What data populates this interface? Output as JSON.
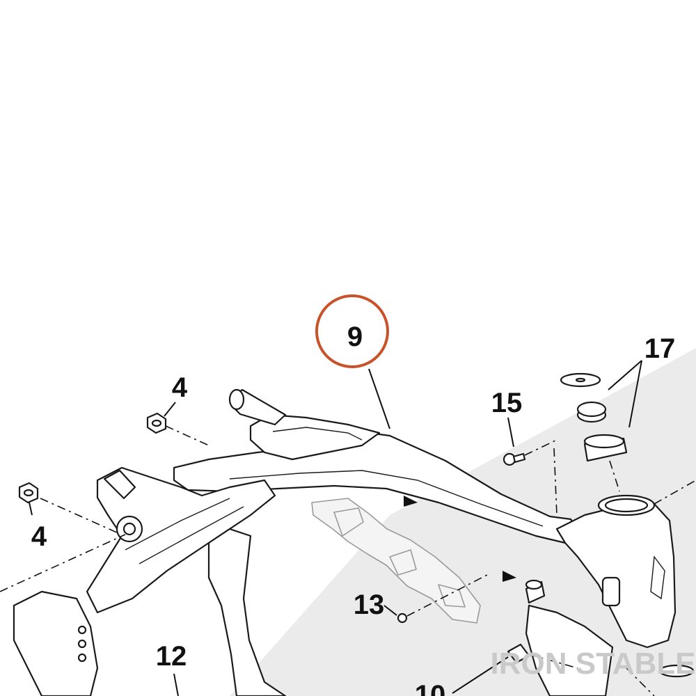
{
  "callouts": {
    "c9": "9",
    "c4a": "4",
    "c4b": "4",
    "c15": "15",
    "c17": "17",
    "c13": "13",
    "c12": "12",
    "c10": "10"
  },
  "highlight_color": "#c8532a",
  "watermark": {
    "text": "IRON STABLE"
  },
  "icons": [
    "hex-nut-icon",
    "washer-icon",
    "bearing-icon",
    "bolt-icon",
    "arrow-marker-icon"
  ]
}
